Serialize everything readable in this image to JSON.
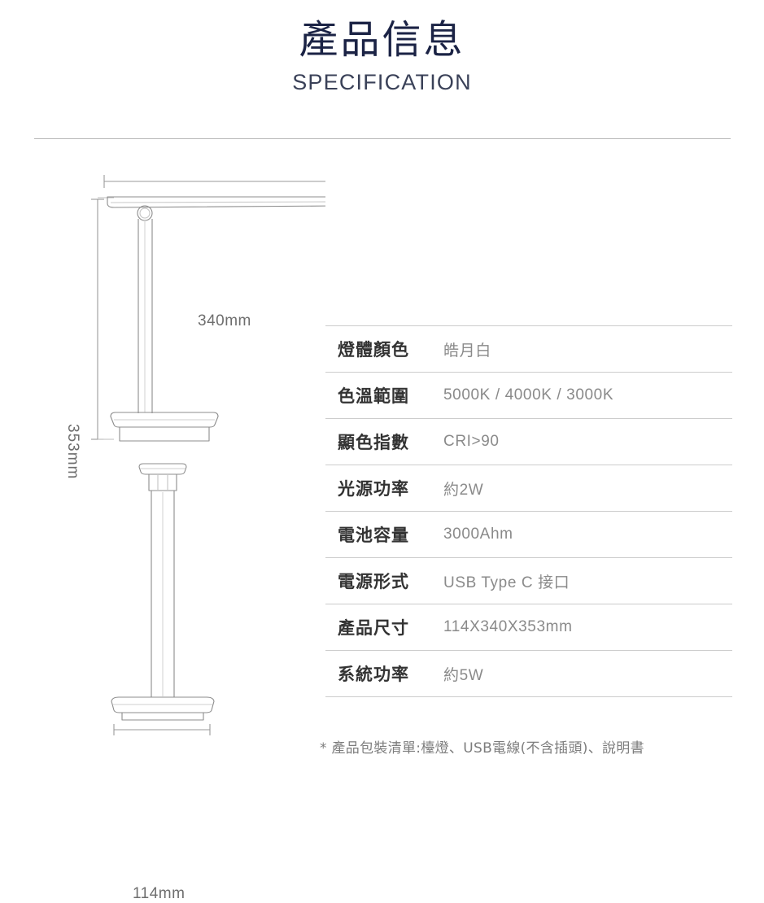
{
  "header": {
    "title_cn": "產品信息",
    "title_en": "SPECIFICATION"
  },
  "diagram": {
    "dimensions": {
      "width_label": "340mm",
      "height_label": "353mm",
      "depth_label": "114mm"
    },
    "views": {
      "side_view_name": "lamp-side-view",
      "front_view_name": "lamp-front-view"
    }
  },
  "spec_table": {
    "rows": [
      {
        "label": "燈體顏色",
        "value": "皓月白"
      },
      {
        "label": "色溫範圍",
        "value": "5000K / 4000K / 3000K"
      },
      {
        "label": "顯色指數",
        "value": "CRI>90"
      },
      {
        "label": "光源功率",
        "value": "約2W"
      },
      {
        "label": "電池容量",
        "value": "3000Ahm"
      },
      {
        "label": "電源形式",
        "value": "USB  Type C 接口"
      },
      {
        "label": "產品尺寸",
        "value": "114X340X353mm"
      },
      {
        "label": "系統功率",
        "value": "約5W"
      }
    ]
  },
  "footnote": {
    "text": "* 產品包裝清單:檯燈、USB電線(不含插頭)、說明書"
  },
  "colors": {
    "title": "#1b2345",
    "label": "#333333",
    "value": "#8a8a8a",
    "rule": "#cccccc",
    "drawing": "#8c8c8c",
    "background": "#ffffff"
  }
}
